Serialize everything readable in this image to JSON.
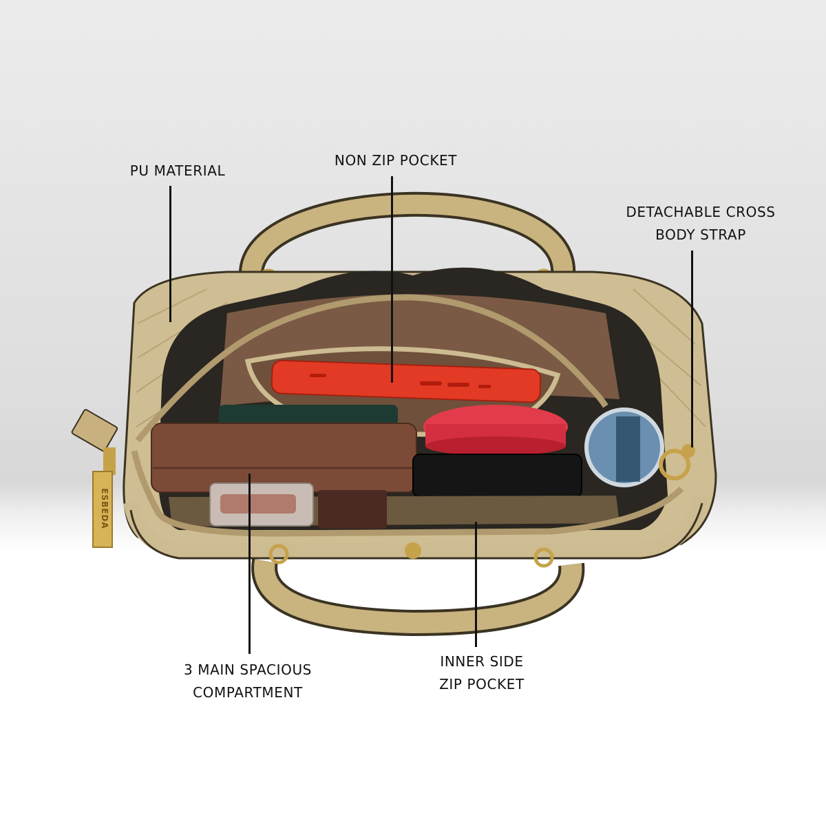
{
  "callouts": {
    "pu_material": "PU MATERIAL",
    "non_zip_pocket": "NON ZIP POCKET",
    "cross_body_line1": "DETACHABLE CROSS",
    "cross_body_line2": "BODY STRAP",
    "main_compartment_line1": "3 MAIN SPACIOUS",
    "main_compartment_line2": "COMPARTMENT",
    "inner_zip_line1": "INNER SIDE",
    "inner_zip_line2": "ZIP POCKET"
  },
  "brand_tag": "ESBEDA",
  "colors": {
    "bag_body": "#cdbb91",
    "bag_handle": "#c7b27e",
    "lining": "#7a5a44",
    "phone": "#e23a24",
    "wallet": "#7b4b37"
  }
}
